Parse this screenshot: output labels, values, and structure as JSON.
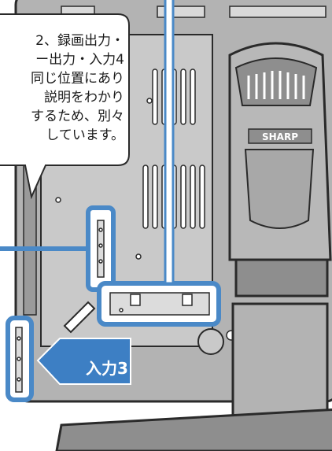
{
  "callout": {
    "text": "2、録画出力・\nー出力・入力4\n同じ位置にあり\n説明をわかり\nするため、別々\nしています。"
  },
  "badge": {
    "label": "入力3"
  },
  "brand": {
    "logo_text": "SHARP"
  },
  "colors": {
    "highlight": "#4a89c7",
    "badge_fill": "#3d7fc4",
    "outline": "#2a2a2a",
    "panel_gray": "#c9c9c9",
    "body_gray": "#b3b3b3",
    "stand_gray": "#8e8e8e",
    "callout_fill": "#ffffff"
  }
}
